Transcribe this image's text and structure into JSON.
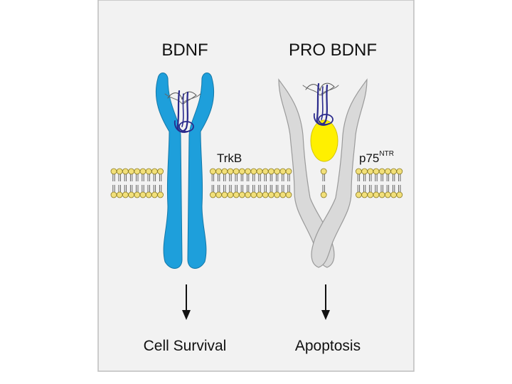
{
  "figure": {
    "left_title": "BDNF",
    "right_title": "PRO BDNF",
    "left_receptor": "TrkB",
    "right_receptor_base": "p75",
    "right_receptor_sup": "NTR",
    "left_outcome": "Cell Survival",
    "right_outcome": "Apoptosis"
  },
  "colors": {
    "panel_background": "#f2f2f2",
    "trkb": "#1e9fdb",
    "p75": "#d9d9d9",
    "pro_domain": "#fff000",
    "ligand": "#2a2a8c",
    "lipid_head": "#f2e07a"
  }
}
